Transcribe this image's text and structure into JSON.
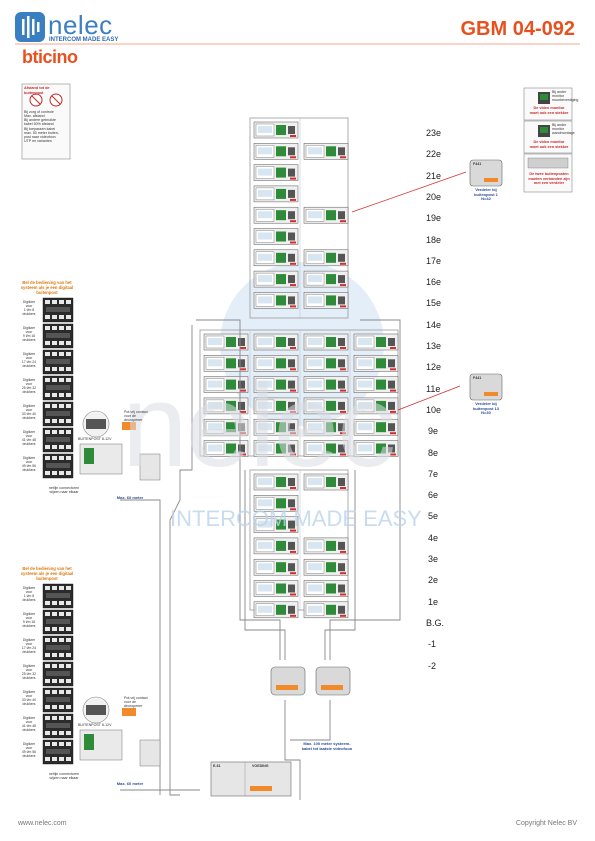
{
  "header": {
    "brand": "nelec",
    "tagline": "INTERCOM MADE EASY",
    "partner": "bticino",
    "doc_id": "GBM 04-092"
  },
  "watermark": {
    "word": "nelec",
    "tagline": "INTERCOM MADE EASY"
  },
  "floors": [
    "23e",
    "22e",
    "21e",
    "20e",
    "19e",
    "18e",
    "17e",
    "16e",
    "15e",
    "14e",
    "13e",
    "12e",
    "11e",
    "10e",
    "9e",
    "8e",
    "7e",
    "6e",
    "5e",
    "4e",
    "3e",
    "2e",
    "1e",
    "B.G.",
    "-1",
    "-2"
  ],
  "legend_left": {
    "title": "Afstand tot de buitenpost",
    "lines": [
      "Bij zorg of controle",
      "Max. afstand",
      "Bij andere gebruikte",
      "kabel 50% afstand",
      "Bij toepassen kabel",
      "max. 50 meter buiten-",
      "post naar videofoon",
      "UTP en varianten"
    ]
  },
  "legend_right": {
    "box1": "Bij ander monitor\nmuurbevestiging",
    "box1_note": "De video monitor\nmoet ook een stekker",
    "box2": "Bij ander monitor\nwandmontage",
    "box2_note": "De video monitor\nmoet ook een stekker",
    "box3_note": "De twee buitenposten\nmoeten verbonden zijn\nmet een verdeler"
  },
  "distributors": [
    {
      "code": "F441",
      "note": "Verdeler bij\nbuitenpost 1\nN=42"
    },
    {
      "code": "F441",
      "note": "Verdeler bij\nbuitenpost 13\nN=30"
    }
  ],
  "panels": [
    {
      "title": "Bel de bediening van het\nsysteem als je een digitaal\nbuitenpost",
      "labels": [
        "Digitizer\nvoor\n1 t/m 8\ndrukkers",
        "Digitizer\nvoor\n9 t/m 16\ndrukkers",
        "Digitizer\nvoor\n17 t/m 24\ndrukkers",
        "Digitizer\nvoor\n25 t/m 32\ndrukkers",
        "Digitizer\nvoor\n33 t/m 40\ndrukkers",
        "Digitizer\nvoor\n41 t/m 48\ndrukkers",
        "Digitizer\nvoor\n49 t/m 56\ndrukkers"
      ],
      "contact_note": "Pot.vrij contact\nvoor de\ndeuropener",
      "outdoor_label": "BUITENPOST 8-12V",
      "bottom_note": "netlijn connectoren\nwijzen naar elkaar",
      "dist_label": "Max. 60 meter"
    },
    {
      "title": "Bel de bediening van het\nsysteem als je een digitaal\nbuitenpost",
      "labels": [
        "Digitizer\nvoor\n1 t/m 8\ndrukkers",
        "Digitizer\nvoor\n9 t/m 16\ndrukkers",
        "Digitizer\nvoor\n17 t/m 24\ndrukkers",
        "Digitizer\nvoor\n25 t/m 32\ndrukkers",
        "Digitizer\nvoor\n33 t/m 40\ndrukkers",
        "Digitizer\nvoor\n41 t/m 48\ndrukkers",
        "Digitizer\nvoor\n49 t/m 56\ndrukkers"
      ],
      "contact_note": "Pot.vrij contact\nvoor de\ndeuropener",
      "outdoor_label": "BUITENPOST 8-12V",
      "bottom_note": "netlijn connectoren\nwijzen naar elkaar",
      "dist_label": "Max. 60 meter"
    }
  ],
  "system_cable_note": "Max. 100 meter systeem-\nkabel tot laatste videofoon",
  "power_supply": {
    "left": "E-61",
    "right": "VOEDING"
  },
  "footer": {
    "left": "www.nelec.com",
    "right": "Copyright Nelec BV"
  },
  "colors": {
    "brand_blue": "#3a7fc1",
    "accent_orange": "#e8511f",
    "wire_red": "#d32f2f",
    "wire_grey": "#888888",
    "monitor_green": "#2e8b3a"
  }
}
